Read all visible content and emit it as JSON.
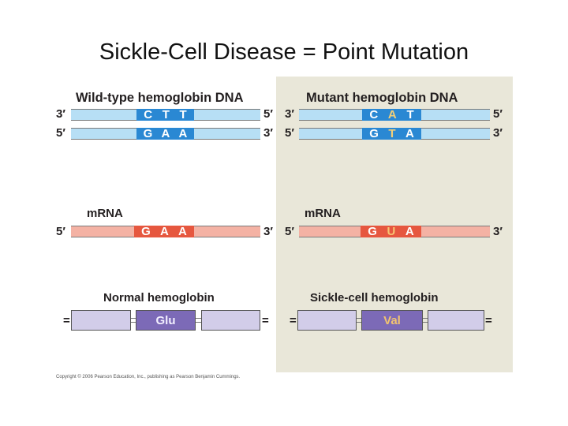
{
  "title": "Sickle-Cell Disease = Point Mutation",
  "colors": {
    "dna_strand": "#b7dff5",
    "dna_codon": "#2a88d3",
    "mrna_strand": "#f4b2a4",
    "mrna_codon": "#e6573f",
    "protein_bead": "#d2cde9",
    "amino_acid_bead": "#7c6ab7",
    "mutant_panel": "#e9e7d9",
    "mutation_highlight": "#f3cf78"
  },
  "wild_type": {
    "dna_heading": "Wild-type hemoglobin DNA",
    "template_left": "3′",
    "template_right": "5′",
    "template_codon": [
      "C",
      "T",
      "T"
    ],
    "coding_left": "5′",
    "coding_right": "3′",
    "coding_codon": [
      "G",
      "A",
      "A"
    ],
    "mrna_label": "mRNA",
    "mrna_left": "5′",
    "mrna_right": "3′",
    "mrna_codon": [
      "G",
      "A",
      "A"
    ],
    "protein_label": "Normal hemoglobin",
    "amino_acid": "Glu",
    "bond_left": "=",
    "bond_right": "="
  },
  "mutant": {
    "dna_heading": "Mutant hemoglobin DNA",
    "template_left": "3′",
    "template_right": "5′",
    "template_codon": [
      "C",
      "A",
      "T"
    ],
    "coding_left": "5′",
    "coding_right": "3′",
    "coding_codon": [
      "G",
      "T",
      "A"
    ],
    "mrna_label": "mRNA",
    "mrna_left": "5′",
    "mrna_right": "3′",
    "mrna_codon": [
      "G",
      "U",
      "A"
    ],
    "protein_label": "Sickle-cell hemoglobin",
    "amino_acid": "Val",
    "bond_left": "=",
    "bond_right": "="
  },
  "copyright": "Copyright © 2006 Pearson Education, Inc., publishing as Pearson Benjamin Cummings."
}
